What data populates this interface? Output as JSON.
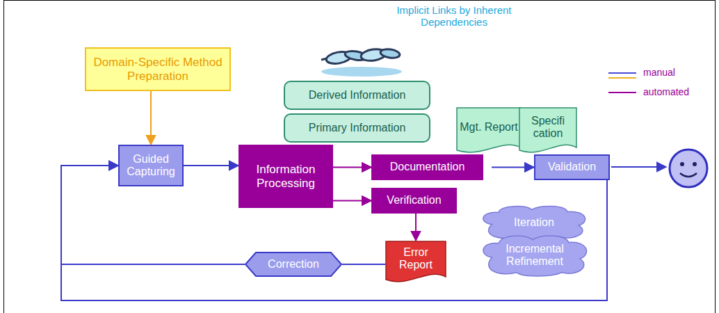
{
  "diagram": {
    "nodes": [
      {
        "text": [
          "Domain-Specific Method Preparation"
        ]
      },
      {
        "text": [
          "Derived Information"
        ]
      },
      {
        "text": [
          "Primary Information"
        ]
      },
      {
        "text": [
          "Mgt. Report"
        ]
      },
      {
        "text": [
          "Specifi cation"
        ]
      },
      {
        "text": [
          "Guided Capturing"
        ]
      },
      {
        "text": [
          "Information Processing"
        ]
      },
      {
        "text": [
          "Documentation"
        ]
      },
      {
        "text": [
          "Verification"
        ]
      },
      {
        "text": [
          "Validation"
        ]
      },
      {
        "text": [
          "Error Report"
        ]
      },
      {
        "text": [
          "Correction"
        ]
      },
      {
        "text": [
          "Iteration"
        ]
      },
      {
        "text": [
          "Incremental Refinement"
        ]
      }
    ],
    "edges": [
      {
        "from": 0,
        "to": 5,
        "arrow": "to"
      },
      {
        "from": 5,
        "to": 6,
        "arrow": "to"
      },
      {
        "from": 6,
        "to": 7,
        "arrow": "to"
      },
      {
        "from": 6,
        "to": 8,
        "arrow": "to"
      },
      {
        "from": 7,
        "to": 9,
        "arrow": "to"
      },
      {
        "from": 8,
        "to": 10,
        "arrow": "to"
      },
      {
        "from": 10,
        "to": 11,
        "arrow": "none"
      },
      {
        "from": 11,
        "to": 5,
        "arrow": "to"
      },
      {
        "from": 9,
        "to": 5,
        "arrow": "to"
      }
    ],
    "labels": [
      "Implicit Links by Inherent Dependencies"
    ],
    "legend": [
      {
        "text": "manual"
      },
      {
        "text": "automated"
      }
    ]
  }
}
